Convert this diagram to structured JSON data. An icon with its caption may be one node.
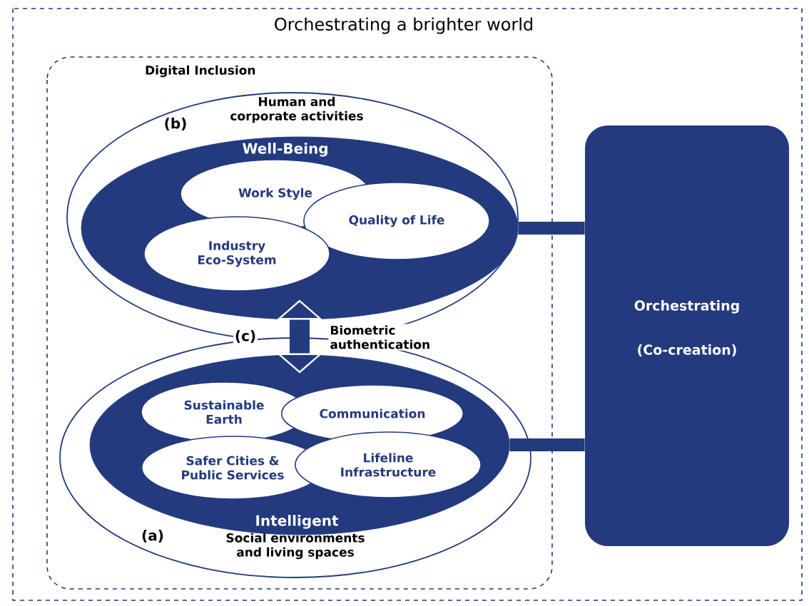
{
  "diagram": {
    "title": "Orchestrating a brighter world",
    "nodes": [
      {
        "text": [
          "Digital Inclusion"
        ]
      },
      {
        "text": [
          "Human and corporate activities"
        ],
        "beside": [
          "(b)"
        ],
        "in": 0
      },
      {
        "text": [
          "Well-Being"
        ],
        "in": 1
      },
      {
        "text": [
          "Work Style"
        ],
        "in": 2
      },
      {
        "text": [
          "Quality of Life"
        ],
        "in": 2
      },
      {
        "text": [
          "Industry Eco-System"
        ],
        "in": 2
      },
      {
        "text": [
          "Social environments and living spaces"
        ],
        "beside": [
          "(a)"
        ],
        "in": 0
      },
      {
        "text": [
          "Intelligent"
        ],
        "in": 6
      },
      {
        "text": [
          "Sustainable Earth"
        ],
        "in": 7
      },
      {
        "text": [
          "Communication"
        ],
        "in": 7
      },
      {
        "text": [
          "Safer Cities & Public Services"
        ],
        "in": 7
      },
      {
        "text": [
          "Lifeline Infrastructure"
        ],
        "in": 7
      },
      {
        "text": [
          "Orchestrating",
          "(Co-creation)"
        ]
      }
    ],
    "edges": [
      {
        "from": 2,
        "to": 7,
        "arrow": "both",
        "label": "Biometric authentication"
      },
      {
        "from": 2,
        "to": 12,
        "arrow": "none"
      },
      {
        "from": 7,
        "to": 12,
        "arrow": "none"
      }
    ],
    "labels": [
      "(c)"
    ]
  }
}
